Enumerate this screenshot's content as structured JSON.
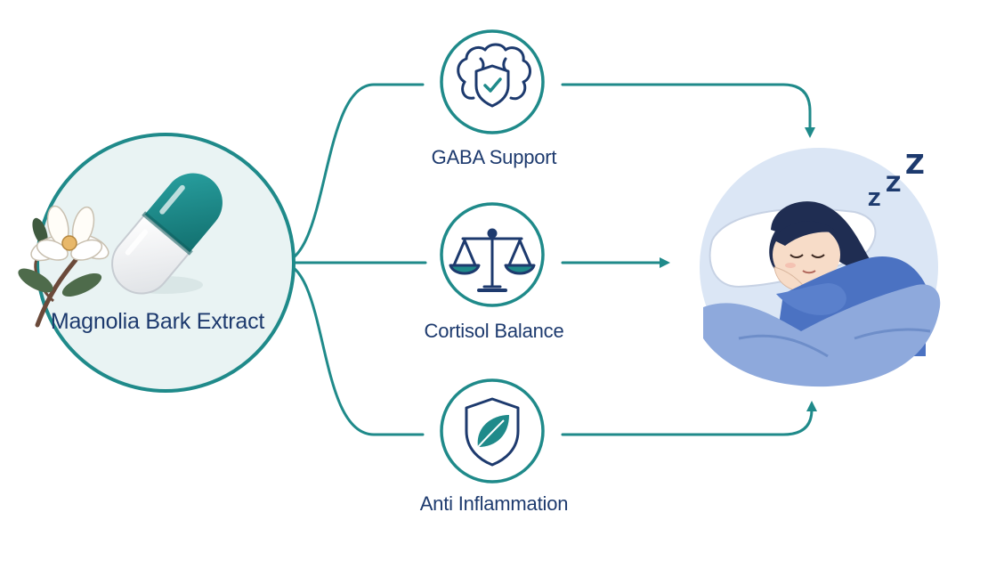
{
  "source": {
    "title": "Magnolia Bark Extract"
  },
  "mechanisms": [
    {
      "label": "GABA Support",
      "icon": "brain-shield-check-icon"
    },
    {
      "label": "Cortisol Balance",
      "icon": "balance-scale-icon"
    },
    {
      "label": "Anti Inflammation",
      "icon": "leaf-shield-icon"
    }
  ],
  "outcome": {
    "icon": "sleeping-person-icon",
    "sleep_letters": [
      "Z",
      "Z",
      "Z"
    ]
  },
  "colors": {
    "teal": "#1f8a8a",
    "navy": "#1d3a6e",
    "circle_fill": "#e9f3f3",
    "sleep_bg": "#dbe6f5",
    "blanket": "#8ea9dc"
  }
}
